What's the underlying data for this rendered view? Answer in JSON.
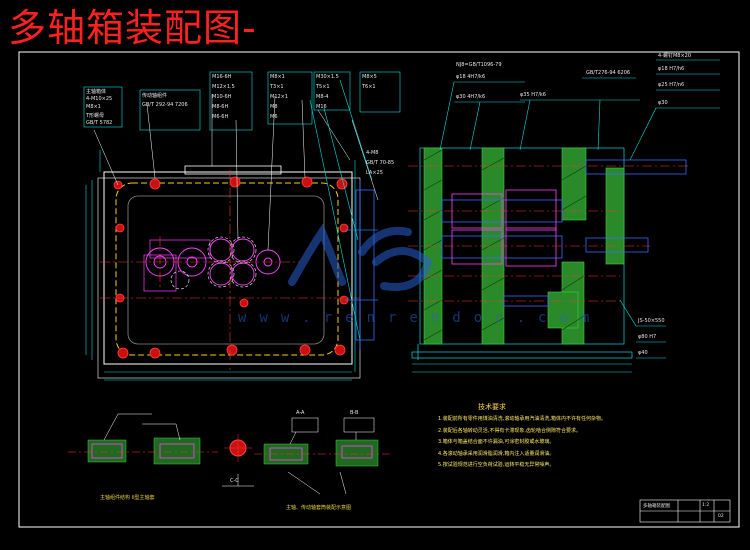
{
  "drawing": {
    "title": "多轴箱装配图-",
    "watermark": "www.renrendoc.com",
    "technical_requirements": {
      "heading": "技术要求",
      "items": [
        "1.装配前所有零件用煤油清洗,滚动轴承用汽油清洗,箱体内不许有任何杂物。",
        "2.装配后各轴转动灵活,不得有卡滞现象,齿轮啮合侧隙符合要求。",
        "3.箱体与箱盖结合面不许漏油,可涂密封胶或水玻璃。",
        "4.各滚动轴承采用润滑脂润滑,箱内注入适量润滑油。",
        "5.按试验规范进行空负荷试验,运转平稳无异常噪声。"
      ]
    },
    "callouts": {
      "c1": [
        "主轴箱体",
        "4-M10×25",
        "M8×1",
        "T形螺母",
        "GB/T 5782"
      ],
      "c2": [
        "传动轴组件",
        "GB/T 292-94 7206"
      ],
      "c3": [
        "M16-6H",
        "M12×1.5",
        "M10-6H",
        "M8-6H",
        "M6-6H"
      ],
      "c4": [
        "M8×1",
        "T3×1",
        "M12×1",
        "M8",
        "M6"
      ],
      "c5": [
        "M30×1.5",
        "T5×1",
        "M8-4",
        "M16"
      ],
      "c6": [
        "M8×5",
        "T6×1"
      ],
      "c7": [
        "4-M8",
        "GB/T 70-85",
        "LA×25"
      ],
      "c8": [
        "NJ8=GB/T1096-79",
        "φ18 4H7/k6",
        "φ30 4H7/k6"
      ],
      "c9": [
        "φ35 H7/k6",
        "GB/T276-94 6206"
      ],
      "c10": [
        "4-螺钉M8×20",
        "φ18 H7/h6",
        "φ25 H7/n6",
        "φ30"
      ],
      "c11": [
        "JS-50×550",
        "φ80 H7",
        "φ40"
      ],
      "c12": [
        "A-A",
        "B-B",
        "C-C"
      ],
      "c13": [
        "主轴组件结构 II型主轴套",
        "主轴、传动轴套筒装配示意图"
      ]
    },
    "title_block": {
      "name": "多轴箱装配图",
      "scale": "1:2",
      "sheet": "02"
    }
  }
}
